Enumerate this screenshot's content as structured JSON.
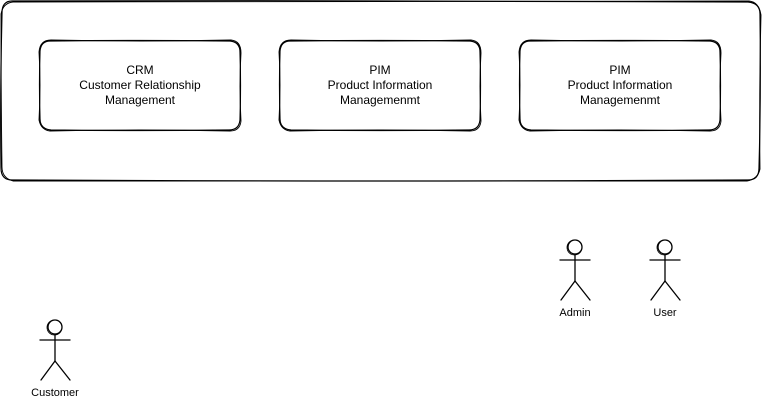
{
  "boxes": [
    {
      "lines": [
        "CRM",
        "Customer Relationship",
        "Management"
      ]
    },
    {
      "lines": [
        "PIM",
        "Product Information",
        "Managemenmt"
      ]
    },
    {
      "lines": [
        "PIM",
        "Product Information",
        "Managemenmt"
      ]
    }
  ],
  "actors": [
    {
      "label": "Admin"
    },
    {
      "label": "User"
    },
    {
      "label": "Customer"
    }
  ]
}
